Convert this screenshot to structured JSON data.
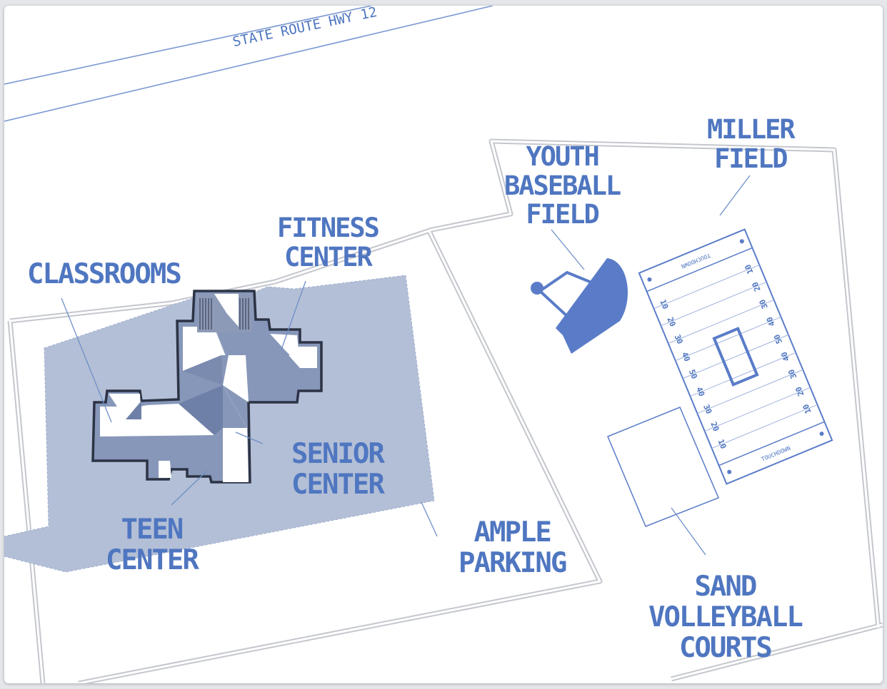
{
  "colors": {
    "label": "#4f76c0",
    "parking": "#b3bfd6",
    "building_roof": "#ffffff",
    "building_shadow": "#8797b9",
    "building_outline": "#2c3345",
    "field_blue": "#5a7cc8",
    "path_grey": "#c9ccd2",
    "line_blue": "#7b98d2"
  },
  "map": {
    "road_label": "STATE ROUTE HWY 12",
    "labels": {
      "classrooms": "CLASSROOMS",
      "fitness_center": [
        "FITNESS",
        "CENTER"
      ],
      "youth_baseball_field": [
        "YOUTH",
        "BASEBALL",
        "FIELD"
      ],
      "miller_field": [
        "MILLER",
        "FIELD"
      ],
      "senior_center": [
        "SENIOR",
        "CENTER"
      ],
      "teen_center": [
        "TEEN",
        "CENTER"
      ],
      "ample_parking": [
        "AMPLE",
        "PARKING"
      ],
      "sand_volleyball_courts": [
        "SAND",
        "VOLLEYBALL",
        "COURTS"
      ]
    },
    "football_field": {
      "end_zone_text": "TOUCHDOWN",
      "yard_numbers": [
        "10",
        "20",
        "30",
        "40",
        "50",
        "40",
        "30",
        "20",
        "10"
      ]
    }
  }
}
